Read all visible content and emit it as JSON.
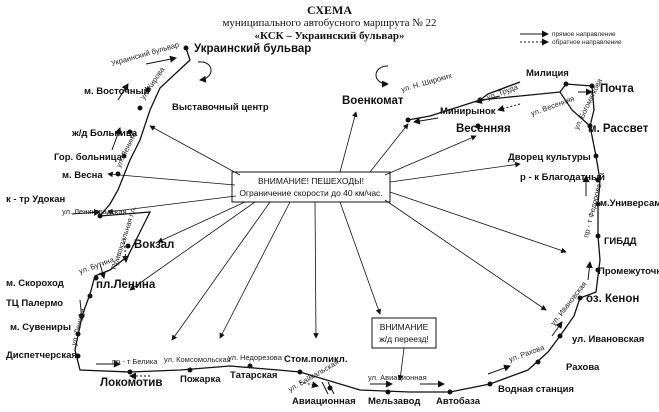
{
  "header": {
    "title": "СХЕМА",
    "subtitle": "муниципального автобусного маршрута № 22",
    "route": "«КСК – Украинский бульвар»"
  },
  "legend": {
    "forward": "прямое направление",
    "reverse": "обратное направление"
  },
  "notices": {
    "pedestrians_title": "ВНИМАНИЕ! ПЕШЕХОДЫ!",
    "pedestrians_text": "Ограничение скорости до 40 км/час.",
    "crossing_title": "ВНИМАНИЕ",
    "crossing_text": "ж/д переезд!"
  },
  "stops": {
    "ukrainian_blvd": "Украинский бульвар",
    "m_vostochny": "м. Восточный",
    "vystavochny": "Выставочный центр",
    "zd_bolnitsa": "ж/д Больница",
    "gor_bolnitsa": "Гор. больница",
    "m_vesna": "м. Весна",
    "udokan": "к - тр Удокан",
    "vokzal": "Вокзал",
    "skorokhod": "м. Скороход",
    "pl_lenina": "пл.Ленина",
    "tc_palermo": "ТЦ Палермо",
    "suveniry": "м. Сувениры",
    "dispetcherskaya": "Диспетчерская",
    "lokomotiv": "Локомотив",
    "pozharka": "Пожарка",
    "tatarskaya": "Татарская",
    "stom_poliklin": "Стом.поликл.",
    "aviatsionnaya": "Авиационная",
    "melzavod": "Мельзавод",
    "avtobaza": "Автобаза",
    "vodnaya_stantsiya": "Водная станция",
    "rakhova": "Рахова",
    "ul_ivanovskaya": "ул. Ивановская",
    "oz_kenon": "оз. Кенон",
    "promezhutochnaya": "Промежуточная",
    "gibdd": "ГИБДД",
    "m_universam": "м.Универсам",
    "rk_blagodatny": "р - к Благодатный",
    "dvorets_kultury": "Дворец культуры",
    "m_rassvet": "м. Рассвет",
    "pochta": "Почта",
    "militsiya": "Милиция",
    "minirynok": "Минирынок",
    "vesennyaya": "Весенняя",
    "voenkomat": "Военкомат"
  },
  "streets": {
    "ukr_blvd": "Украинский бульвар",
    "kirova": "ул. Кирова",
    "lenina": "ул. Ленина",
    "leningradskaya": "ул. Ленинградская",
    "privokzalnaya": "Привокзальная пл.",
    "butina": "ул. Бутина",
    "lenina2": "ул. Ленина",
    "beliki": "пр - т Белика",
    "komsomolskaya": "ул. Комсомольская",
    "nederezova": "ул. Недорезова",
    "baikalskaya": "ул. Байкальская",
    "aviatsionnaya": "ул. Авиационная",
    "rakhova": "ул. Рахова",
    "ivanovskaya": "ул. Ивановская",
    "fedorova": "пр - т Федорова",
    "vesennyaya": "ул. Весенняя",
    "truda": "ул. Труда",
    "bogomyagkova": "ул. Богомягкова",
    "shiroких": "ул. Н. Широких"
  }
}
